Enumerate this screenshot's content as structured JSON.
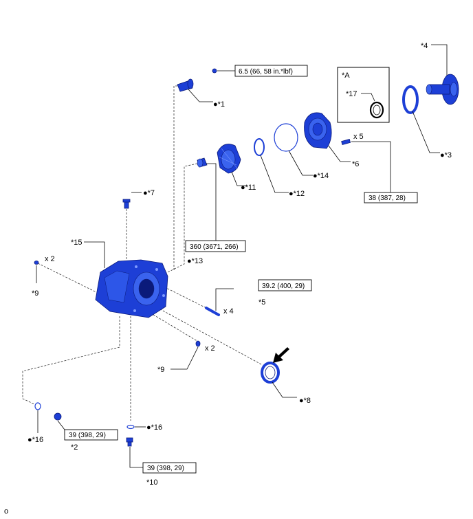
{
  "figure_id": "o",
  "legend_box": {
    "title": "*A",
    "item": "*17"
  },
  "callouts": {
    "c1": "●*1",
    "c2": "*2",
    "c3": "●*3",
    "c4": "*4",
    "c5": "*5",
    "c6": "*6",
    "c7": "●*7",
    "c8": "●*8",
    "c9a": "*9",
    "c9b": "*9",
    "c10": "*10",
    "c11": "●*11",
    "c12": "●*12",
    "c13": "●*13",
    "c14": "●*14",
    "c15": "*15",
    "c16a": "●*16",
    "c16b": "●*16",
    "c17": "*17"
  },
  "quantities": {
    "q_bolts_6": "x 5",
    "q_bolts_9a": "x 2",
    "q_bolts_5": "x 4",
    "q_bolts_9b": "x 2"
  },
  "torques": {
    "t1": "6.5 (66, 58 in.*lbf)",
    "t6": "38 (387, 28)",
    "t11": "360 (3671, 266)",
    "t5": "39.2 (400, 29)",
    "t2": "39 (398, 29)",
    "t10": "39 (398, 29)"
  }
}
